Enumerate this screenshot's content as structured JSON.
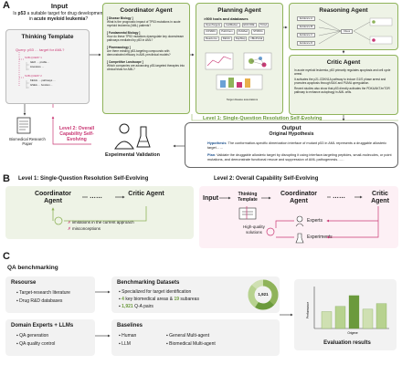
{
  "panelA": {
    "label": "A",
    "input_title": "Input",
    "input_question_pre": "Is ",
    "input_question_b1": "p53",
    "input_question_mid": " a suitable target for drug development in ",
    "input_question_b2": "acute myeloid leukemia",
    "input_question_post": "?",
    "thinking_template": "Thinking Template",
    "query": "Query: p53 … target for AML?",
    "subqueries": [
      {
        "title": "SUB-QUERY 1",
        "items": [
          "GEO … profile…",
          "Literature …"
        ]
      },
      {
        "title": "SUB-QUERY 2",
        "items": [
          "KEGG … pathways …",
          "GSEA … function…"
        ]
      }
    ],
    "paper_label": "Biomedical Research Paper",
    "level2": "Level 2: Overall Capability Self-Evolving",
    "level1": "Level 1: Single-Question Resolution Self-Evolving",
    "coordinator": {
      "title": "Coordinator Agent",
      "sections": [
        {
          "head": "[ Disease Biology ]",
          "text": "What is the prognostic impact of TP53 mutations in acute myeloid leukemia (AML) patients?"
        },
        {
          "head": "[ Fundamental Biology ]",
          "text": "How do these TP53 mutations dysregulate key downstream pathways mediated by p53 in AML?"
        },
        {
          "head": "[ Pharmacology ]",
          "text": "Are there existing p53-targeting compounds with demonstrated efficacy in AML preclinical models?"
        },
        {
          "head": "[ Competitive Landscape ]",
          "text": "Which companies are advancing p53-targeted therapies into clinical trials for AML?"
        }
      ]
    },
    "planning": {
      "title": "Planning Agent",
      "tools_label": ">500 tools and databases",
      "chips": [
        "OpenTargets",
        "CellMarker",
        "ENCODE",
        "TCGA",
        "COSMIC",
        "PubChem",
        "PubMed",
        "STRING",
        "Reactome",
        "KEGG",
        "DepMap",
        "cBioPortal"
      ],
      "dynamics": "Target disease associations"
    },
    "reasoning": {
      "title": "Reasoning Agent",
      "evidence": [
        "Evidence A",
        "Evidence B",
        "Evidence C",
        "Evidence D"
      ],
      "mid": "Clues"
    },
    "critic": {
      "title": "Critic Agent",
      "text1": "In acute myeloid leukemia, p53 primarily regulates apoptosis and cell cycle arrest.",
      "text2": "It activates the p21-CDKN1A pathway to induce G1/S phase arrest and promotes apoptosis through BAX and PUMA upregulation.",
      "text3": "Recent studies also show that p53 directly activates the PDK4/AKT/mTOR pathway to enhance autophagy in AML cells."
    },
    "validation": "Expeimental Validation",
    "output": {
      "title": "Output",
      "subtitle": "Original Hypothesis",
      "hyp_label": "Hypothesis",
      "hyp": ": The conformation-specific dimerization interface of mutant p53 in AML represents a druggable allosteric target……",
      "plan_label": "Plan",
      "plan": ": Validate the druggable allosteric target by disrupting it using interface-targeting peptides, small-molecules, or point mutations, and demonstrate functional rescue and suppression of AML pathogenesis……"
    }
  },
  "panelB": {
    "label": "B",
    "level1_title": "Level 1: Single-Question Resolution Self-Evolving",
    "level2_title": "Level 2: Overall Capability Self-Evolving",
    "coordinator": "Coordinator Agent",
    "dots": "……",
    "critic": "Critic Agent",
    "limitation1": "limitations in the current approach",
    "limitation2": "misconceptions",
    "input": "Input",
    "thinking_template": "Thinking Template",
    "experts": "Experts",
    "experiments": "Experiments",
    "hq": "High-quality solutions"
  },
  "panelC": {
    "label": "C",
    "title": "QA benchmarking",
    "resource_title": "Resourse",
    "resource_items": [
      "Target-research literature",
      "Drug R&D databases"
    ],
    "experts_title": "Domain Experts + LLMs",
    "experts_items": [
      "QA generation",
      "QA quality control"
    ],
    "datasets_title": "Benchmarking Datasets",
    "datasets_line1": "Specialized for target identification",
    "ds_n1": "4",
    "ds_t1": " key biomedical areas & ",
    "ds_n2": "19",
    "ds_t2": " subareas",
    "ds_n3": "1,921",
    "ds_t3": " Q-A pairs",
    "donut_center": "1,921",
    "baselines_title": "Baselines",
    "baselines": [
      "Human",
      "General Multi-agent",
      "LLM",
      "Biomedical Multi-agent"
    ],
    "eval_ylabel": "Performance",
    "eval_xlabel": "Origene",
    "eval_results": "Evaluation results",
    "bar_values": [
      0.42,
      0.55,
      0.82,
      0.48,
      0.62
    ]
  },
  "colors": {
    "green_bg": "#eef3e6",
    "green_border": "#8fb35a",
    "pink": "#c93874",
    "gray_bg": "#f2f2f2"
  }
}
